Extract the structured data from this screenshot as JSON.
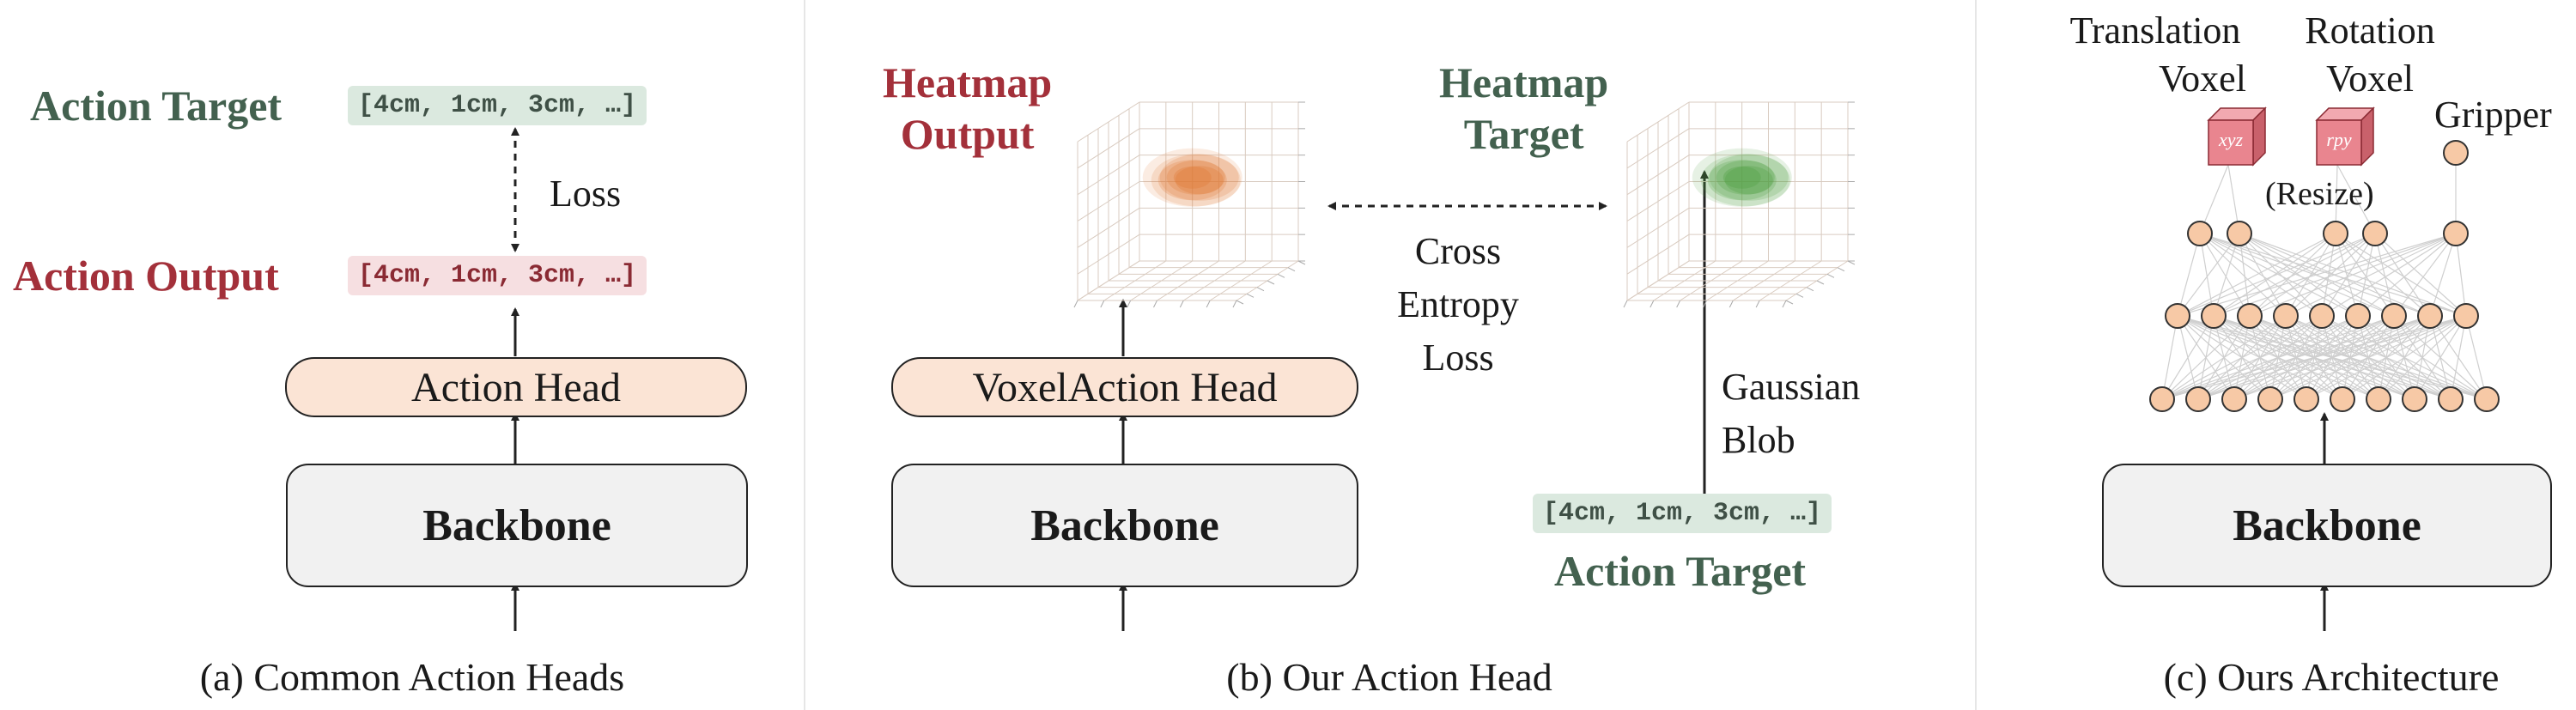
{
  "panel_a": {
    "action_target_label": "Action Target",
    "action_target_value": "[4cm, 1cm, 3cm, …]",
    "loss_label": "Loss",
    "action_output_label": "Action Output",
    "action_output_value": "[4cm, 1cm, 3cm, …]",
    "head_label": "Action Head",
    "backbone_label": "Backbone",
    "caption": "(a) Common Action Heads"
  },
  "panel_b": {
    "heatmap_output_line1": "Heatmap",
    "heatmap_output_line2": "Output",
    "heatmap_target_line1": "Heatmap",
    "heatmap_target_line2": "Target",
    "loss_line1": "Cross",
    "loss_line2": "Entropy",
    "loss_line3": "Loss",
    "blob_line1": "Gaussian",
    "blob_line2": "Blob",
    "head_label": "VoxelAction Head",
    "backbone_label": "Backbone",
    "action_target_value": "[4cm, 1cm, 3cm, …]",
    "action_target_label": "Action Target",
    "caption": "(b) Our Action Head",
    "output_color": "#e07a35",
    "target_color": "#4f9e42"
  },
  "panel_c": {
    "translation_line1": "Translation",
    "translation_line2": "Voxel",
    "rotation_line1": "Rotation",
    "rotation_line2": "Voxel",
    "gripper_label": "Gripper",
    "cube1_label": "xyz",
    "cube2_label": "rpy",
    "resize_label": "(Resize)",
    "backbone_label": "Backbone",
    "caption": "(c) Ours Architecture"
  },
  "colors": {
    "green_title": "#43614f",
    "red_title": "#a3303a",
    "head_fill": "#fbe4d5",
    "backbone_fill": "#f1f1f1",
    "node_fill": "#f7c9a6",
    "cube_fill": "#e9858f"
  }
}
